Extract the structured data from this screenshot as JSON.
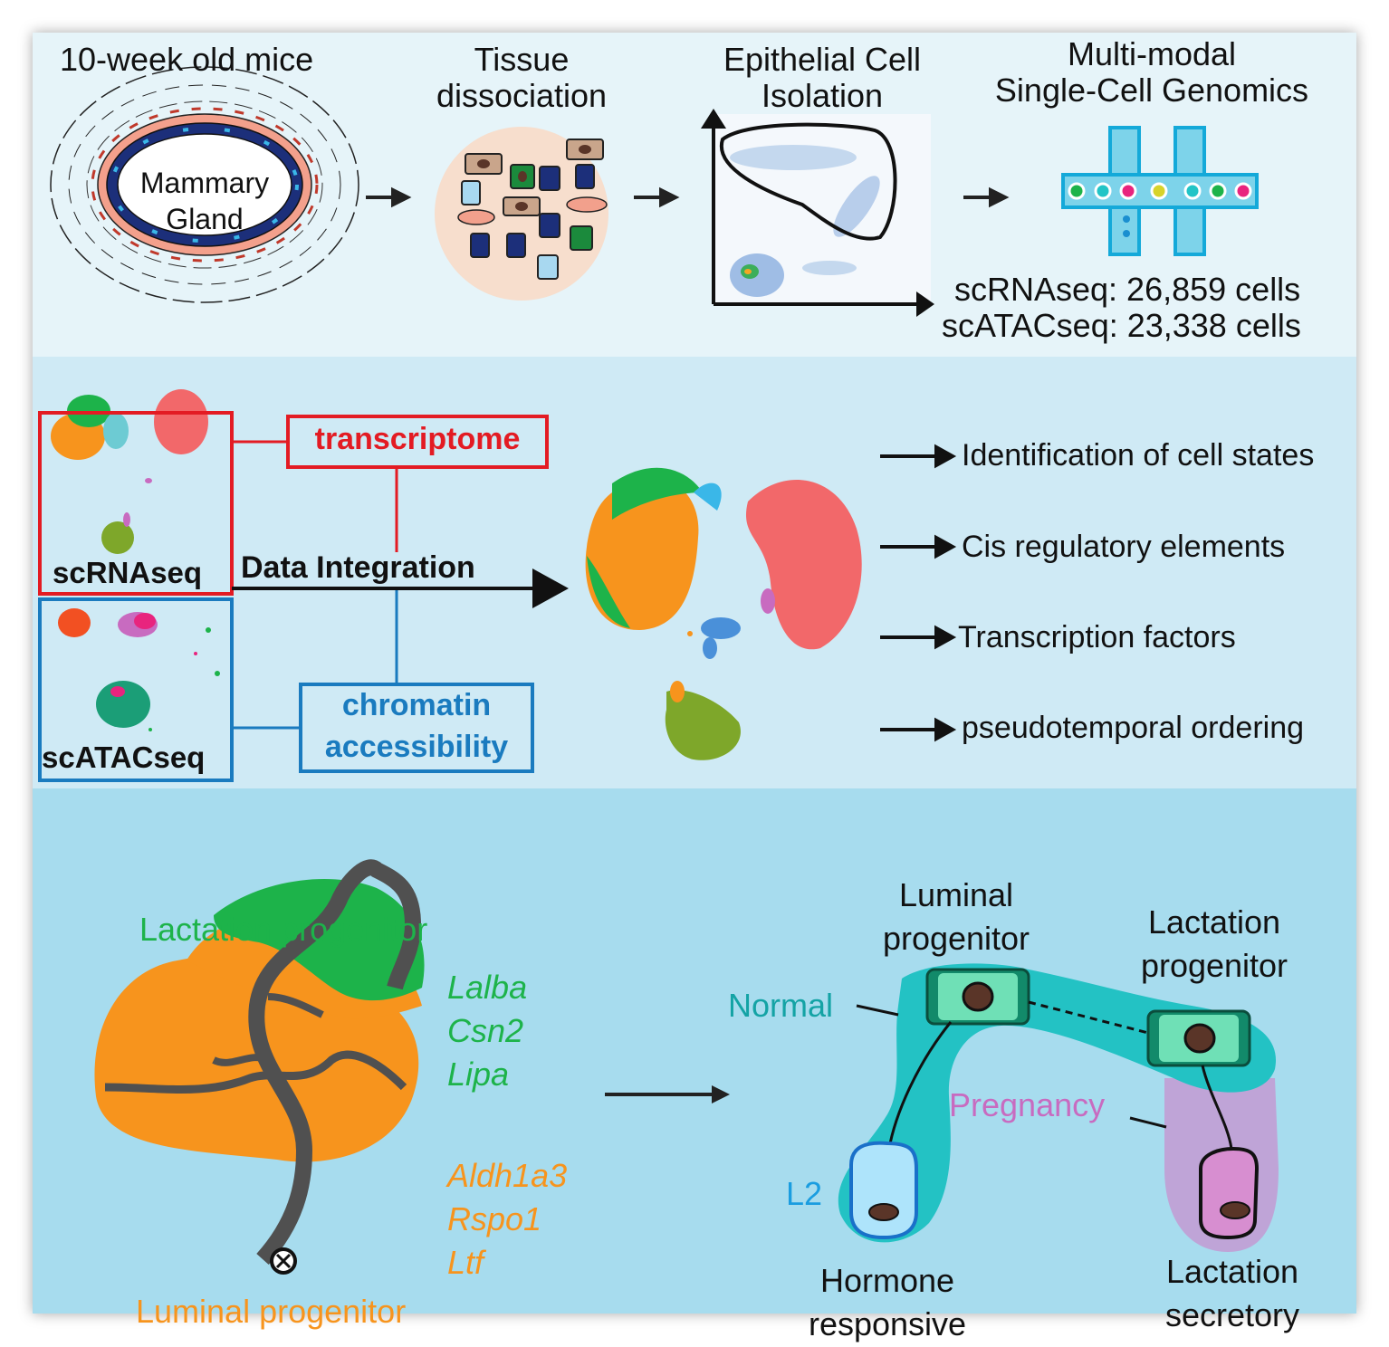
{
  "top": {
    "step1": "10-week old mice",
    "gland_line1": "Mammary",
    "gland_line2": "Gland",
    "step2_line1": "Tissue",
    "step2_line2": "dissociation",
    "step3_line1": "Epithelial Cell",
    "step3_line2": "Isolation",
    "step4_line1": "Multi-modal",
    "step4_line2": "Single-Cell Genomics",
    "scrna_count": "scRNAseq: 26,859 cells",
    "scatac_count": "scATACseq: 23,338 cells"
  },
  "middle": {
    "scrna_label": "scRNAseq",
    "scatac_label": "scATACseq",
    "transcriptome": "transcriptome",
    "chromatin_line1": "chromatin",
    "chromatin_line2": "accessibility",
    "integration": "Data Integration",
    "outputs": [
      "Identification of cell states",
      "Cis regulatory elements",
      "Transcription factors",
      "pseudotemporal ordering"
    ]
  },
  "bottom": {
    "lactation_progenitor": "Lactation progenitor",
    "luminal_progenitor": "Luminal progenitor",
    "genes_green": [
      "Lalba",
      "Csn2",
      "Lipa"
    ],
    "genes_orange": [
      "Aldh1a3",
      "Rspo1",
      "Ltf"
    ],
    "lp_line1": "Luminal",
    "lp_line2": "progenitor",
    "lacp_line1": "Lactation",
    "lacp_line2": "progenitor",
    "normal": "Normal",
    "pregnancy": "Pregnancy",
    "l2": "L2",
    "hr_line1": "Hormone",
    "hr_line2": "responsive",
    "ls_line1": "Lactation",
    "ls_line2": "secretory"
  },
  "colors": {
    "red_box": "#e31b23",
    "blue_box": "#1a7bbf",
    "green_cluster": "#1db34a",
    "orange_cluster": "#f7941d",
    "salmon_cluster": "#f2686a",
    "olive_cluster": "#7ea72a",
    "teal_cell": "#22c4c6",
    "pregnancy_pink": "#c86bc0",
    "l2_blue": "#1a9de0"
  }
}
